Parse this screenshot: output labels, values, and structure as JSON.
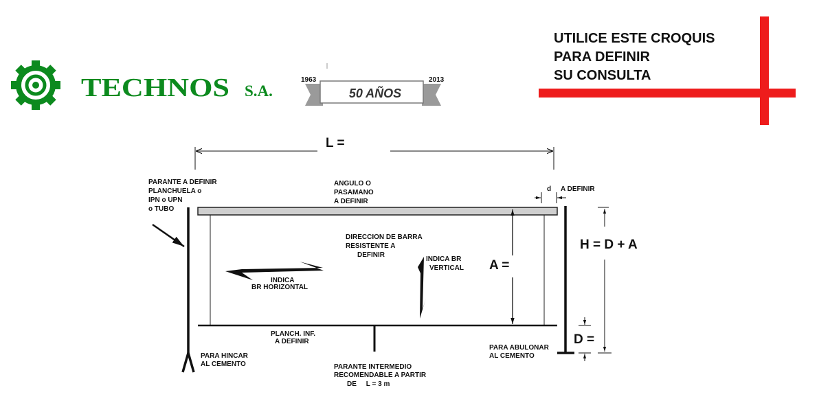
{
  "header": {
    "company_name": "TECHNOS",
    "company_suffix": "S.A.",
    "anniversary": {
      "year_start": "1963",
      "year_end": "2013",
      "ribbon_text": "50 AÑOS"
    },
    "note_lines": [
      "UTILICE ESTE CROQUIS",
      "PARA DEFINIR",
      "SU CONSULTA"
    ],
    "colors": {
      "brand_green": "#0c8a1e",
      "accent_red": "#ee1c1c",
      "ribbon_gray": "#9a9a9a"
    }
  },
  "diagram": {
    "length_label": "L =",
    "post_label": [
      "PARANTE A DEFINIR",
      "PLANCHUELA o",
      "IPN o UPN",
      "o TUBO"
    ],
    "top_rail_label": [
      "ANGULO O",
      "PASAMANO",
      "A DEFINIR"
    ],
    "d_label": "d",
    "d_define_label": "A DEFINIR",
    "bar_direction_label": [
      "DIRECCION DE BARRA",
      "RESISTENTE  A",
      "DEFINIR"
    ],
    "vertical_label": [
      "INDICA  BR",
      "VERTICAL"
    ],
    "horizontal_label": [
      "INDICA",
      "BR HORIZONTAL"
    ],
    "a_label": "A =",
    "h_label": "H = D + A",
    "d_depth_label": "D =",
    "bottom_plate_label": [
      "PLANCH. INF.",
      "A DEFINIR"
    ],
    "embed_label": [
      "PARA HINCAR",
      "AL CEMENTO"
    ],
    "bolt_label": [
      "PARA ABULONAR",
      "AL CEMENTO"
    ],
    "mid_post_label": [
      "PARANTE INTERMEDIO",
      "RECOMENDABLE A PARTIR",
      "DE     L = 3 m"
    ]
  }
}
